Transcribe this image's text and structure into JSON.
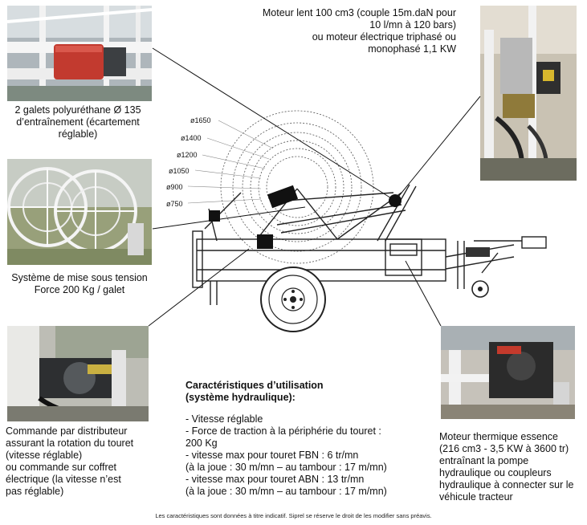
{
  "captions": {
    "motor_lent": [
      "Moteur lent 100 cm3 (couple 15m.daN pour",
      "10 l/mn à 120 bars)",
      "ou moteur électrique triphasé ou",
      "monophasé 1,1 KW"
    ],
    "galets": [
      "2 galets polyuréthane Ø 135",
      "d’entraînement (écartement",
      "réglable)"
    ],
    "tension": [
      "Système de mise sous tension",
      "Force 200 Kg / galet"
    ],
    "commande": [
      "Commande par distributeur",
      "assurant la rotation du touret",
      "(vitesse réglable)",
      "ou commande sur coffret",
      "électrique (la vitesse n’est",
      "pas réglable)"
    ],
    "moteur_thermique": [
      "Moteur thermique essence",
      "(216 cm3  - 3,5 KW à 3600 tr)",
      "entraînant la pompe",
      "hydraulique ou coupleurs",
      "hydraulique à connecter sur le",
      "véhicule tracteur"
    ]
  },
  "diameters": [
    "ø1650",
    "ø1400",
    "ø1200",
    "ø1050",
    "ø900",
    "ø750"
  ],
  "specs": {
    "title": [
      "Caractéristiques d’utilisation",
      "(système hydraulique):"
    ],
    "lines": [
      "- Vitesse réglable",
      "- Force de traction à la périphérie du touret :",
      "200 Kg",
      "- vitesse max pour touret FBN : 6 tr/mn",
      "(à la joue : 30 m/mn – au tambour : 17 m/mn)",
      "- vitesse max pour touret ABN : 13 tr/mn",
      "(à la joue : 30 m/mn – au tambour : 17 m/mn)"
    ]
  },
  "footnote": "Les caractéristiques sont données à titre indicatif. Siprel se réserve le droit de les modifier sans préavis."
}
